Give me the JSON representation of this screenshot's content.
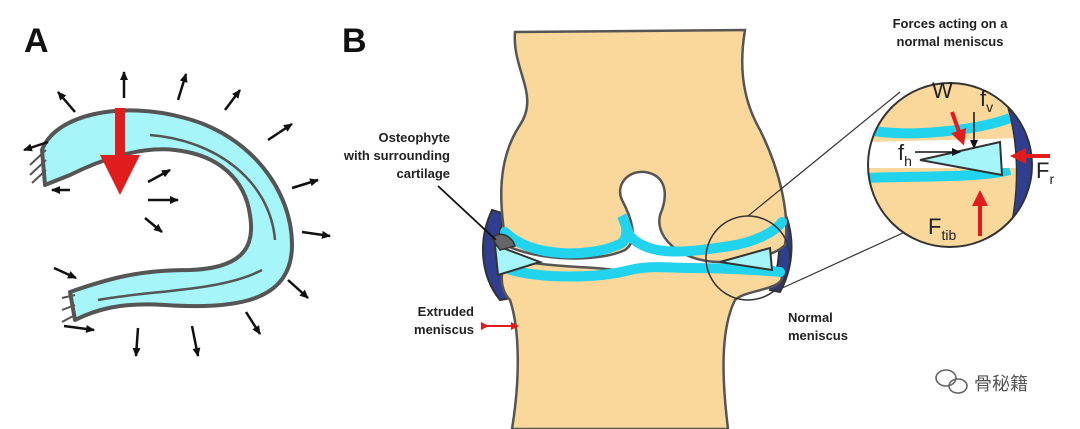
{
  "panels": {
    "a": {
      "letter": "A"
    },
    "b": {
      "letter": "B"
    }
  },
  "labels": {
    "osteophyte_line1": "Osteophyte",
    "osteophyte_line2": "with surrounding",
    "osteophyte_line3": "cartilage",
    "extruded_line1": "Extruded",
    "extruded_line2": "meniscus",
    "normal_line1": "Normal",
    "normal_line2": "meniscus",
    "forces_title_line1": "Forces acting on a",
    "forces_title_line2": "normal meniscus"
  },
  "forces": {
    "w": "W",
    "fv_main": "f",
    "fv_sub": "v",
    "fh_main": "f",
    "fh_sub": "h",
    "fr_main": "F",
    "fr_sub": "r",
    "ftib_main": "F",
    "ftib_sub": "tib"
  },
  "watermark": {
    "text": "骨秘籍",
    "icon": "wechat-icon"
  },
  "colors": {
    "bone": "#FAD79B",
    "cartilage": "#22D3EE",
    "meniscus": "#A6F5F8",
    "capsule": "#2F3E8F",
    "arrow_red": "#E11C1C",
    "outline": "#555555"
  }
}
